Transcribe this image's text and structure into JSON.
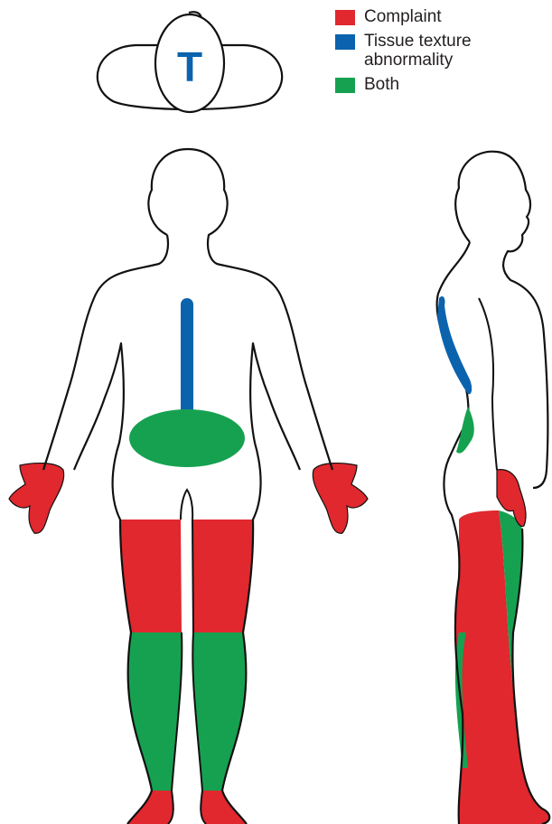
{
  "legend": [
    {
      "label": "Complaint",
      "color": "#e0282e"
    },
    {
      "label": "Tissue texture abnormality",
      "color": "#0b63ae"
    },
    {
      "label": "Both",
      "color": "#16a151"
    }
  ],
  "head_view": {
    "letter": "T"
  },
  "colors": {
    "complaint": "#e0282e",
    "tissue": "#0b63ae",
    "both": "#16a151",
    "outline": "#111111"
  }
}
